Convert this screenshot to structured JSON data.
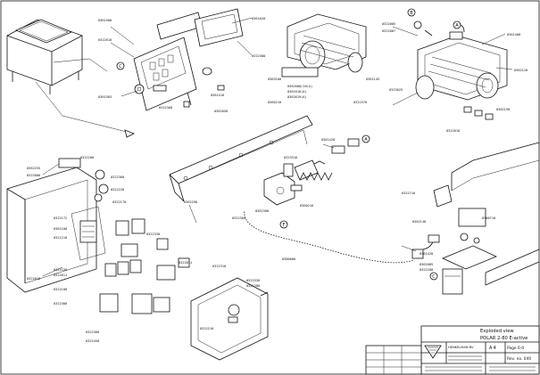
{
  "title_block": {
    "title_line1": "Exploded view",
    "title_line2": "POLAR 2-80 E-active",
    "sheet": "A 4",
    "page": "Page 6-0",
    "rev": "Rev. no. 040",
    "company": "HENKELMAN BV"
  },
  "callouts": [
    "A",
    "B",
    "C",
    "F"
  ],
  "part_numbers": {
    "top_mid": [
      "0361500",
      "0322610",
      "0361503",
      "0322360",
      "0361020",
      "0322380",
      "0361510",
      "0362050"
    ],
    "pump_mid": [
      "0363100",
      "0361145",
      "0360210",
      "0322370"
    ],
    "pump_right": [
      "0361400",
      "0322005",
      "0322007",
      "0362120",
      "0323025",
      "0362190",
      "0322010"
    ],
    "mid_upper": [
      "0323316",
      "0361420",
      "0360216",
      "0362300",
      "0362290",
      "0380000",
      "0322360"
    ],
    "left_box": [
      "0362255",
      "0322000",
      "0322200",
      "0322360",
      "0322220",
      "0322170",
      "0322172",
      "0361100",
      "0321210",
      "0322330",
      "0322016",
      "0322150",
      "0322011",
      "0322100",
      "0322300"
    ],
    "right_mid": [
      "0322710",
      "0362140",
      "0361420",
      "0362085",
      "0322200",
      "0360710"
    ],
    "bottom_mid": [
      "0322011",
      "0322310",
      "0323330",
      "0321300",
      "0322210",
      "0322360",
      "0322450"
    ],
    "pump_labels": [
      "0362600/10(A)",
      "0361610(A)",
      "0362619(A)"
    ]
  }
}
